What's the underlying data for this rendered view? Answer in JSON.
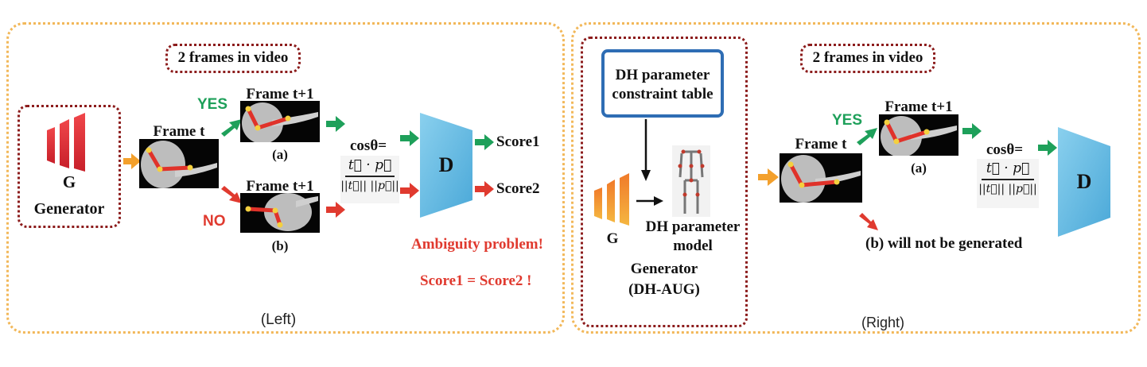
{
  "left": {
    "caption": "(Left)",
    "frames_box": "2 frames in video",
    "generator": {
      "letter": "G",
      "label": "Generator"
    },
    "frame_t": "Frame t",
    "frame_t1_top": "Frame t+1",
    "frame_t1_bottom": "Frame t+1",
    "yes": "YES",
    "no": "NO",
    "sub_a": "(a)",
    "sub_b": "(b)",
    "cos_label": "cosθ=",
    "frac_num": "t⃗ · p⃗",
    "frac_den": "||t⃗|| ||p⃗||",
    "discriminator": "D",
    "score1": "Score1",
    "score2": "Score2",
    "ambiguity": "Ambiguity problem!",
    "equality": "Score1 = Score2 !"
  },
  "right": {
    "caption": "(Right)",
    "frames_box": "2 frames in video",
    "dh_table": "DH parameter constraint table",
    "generator_letter": "G",
    "dh_model": "DH parameter model",
    "generator_name": "Generator",
    "generator_sub": "(DH-AUG)",
    "frame_t": "Frame t",
    "frame_t1": "Frame t+1",
    "yes": "YES",
    "sub_a": "(a)",
    "not_generated": "(b) will not be generated",
    "cos_label": "cosθ=",
    "frac_num": "t⃗ · p⃗",
    "frac_den": "||t⃗|| ||p⃗||",
    "discriminator": "D"
  },
  "colors": {
    "panel_border": "#f2b85a",
    "red_border": "#8c1c1c",
    "green": "#1ea05a",
    "red": "#e03a2f",
    "orange": "#f3a02c",
    "blue_box": "#2e6db4"
  }
}
